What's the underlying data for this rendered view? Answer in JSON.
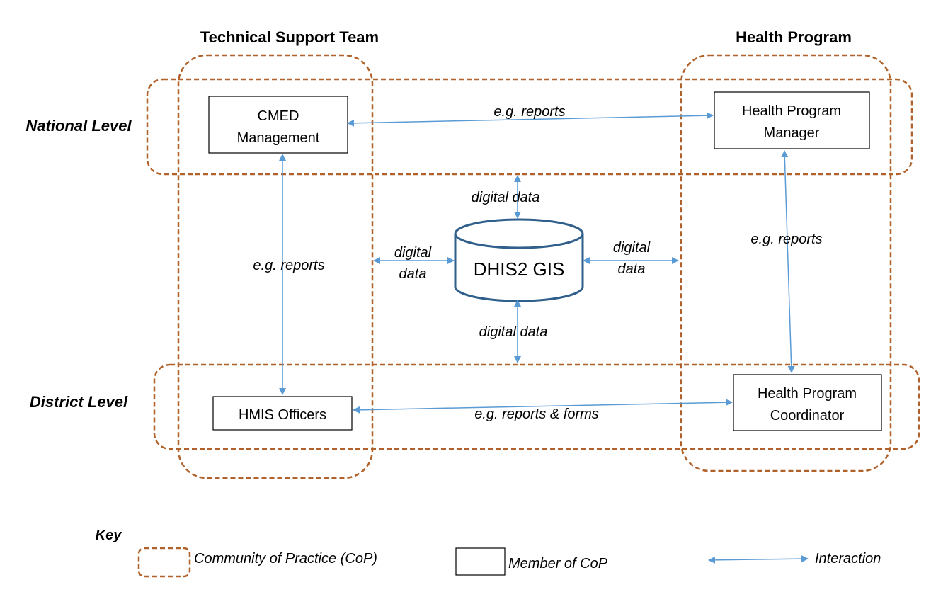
{
  "headings": {
    "technical_support_team": "Technical Support Team",
    "health_program": "Health Program"
  },
  "levels": {
    "national": "National Level",
    "district": "District Level"
  },
  "nodes": {
    "cmed_management": [
      "CMED",
      "Management"
    ],
    "health_program_manager": [
      "Health Program",
      "Manager"
    ],
    "hmis_officers": "HMIS Officers",
    "health_program_coordinator": [
      "Health Program",
      "Coordinator"
    ],
    "dhis2_gis": "DHIS2 GIS"
  },
  "edges": {
    "cmed_to_manager": "e.g. reports",
    "cmed_to_hmis": "e.g. reports",
    "manager_to_coordinator": "e.g. reports",
    "hmis_to_coordinator": "e.g. reports & forms",
    "db_top": "digital data",
    "db_bottom": "digital data",
    "db_left": [
      "digital",
      "data"
    ],
    "db_right": [
      "digital",
      "data"
    ]
  },
  "key": {
    "title": "Key",
    "cop": "Community of Practice (CoP)",
    "member": "Member of CoP",
    "interaction": "Interaction"
  },
  "colors": {
    "cop_border": "#b0622a",
    "arrow": "#5b9bd5",
    "member_border": "#000000"
  }
}
